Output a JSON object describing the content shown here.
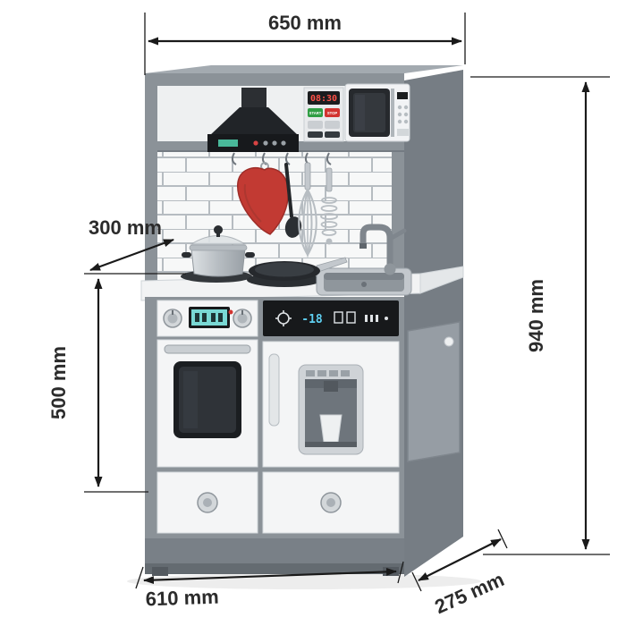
{
  "dimension_labels": {
    "top_width": "650 mm",
    "counter_depth": "300 mm",
    "lower_height": "500 mm",
    "total_height": "940 mm",
    "base_width": "610 mm",
    "base_depth": "275 mm"
  },
  "kitchen": {
    "timer": {
      "display": "08:30",
      "start_button": "START",
      "stop_button": "STOP"
    },
    "fridge_panel": {
      "temperature_display": "-18"
    }
  },
  "colors": {
    "background": "#ffffff",
    "dimension_text": "#2b2b2b",
    "arrow": "#1a1a1a",
    "cabinet_gray": "#8b9298",
    "side_gray": "#767d84",
    "panel_white": "#f4f5f6",
    "appliance_black": "#1d2023",
    "mitt_red": "#c23a33",
    "timer_digits_red": "#ff5147",
    "oven_display_teal": "#79d8d4",
    "freezer_digits_blue": "#5fd0f2",
    "start_green": "#2f9e44",
    "stop_red": "#d23430"
  }
}
